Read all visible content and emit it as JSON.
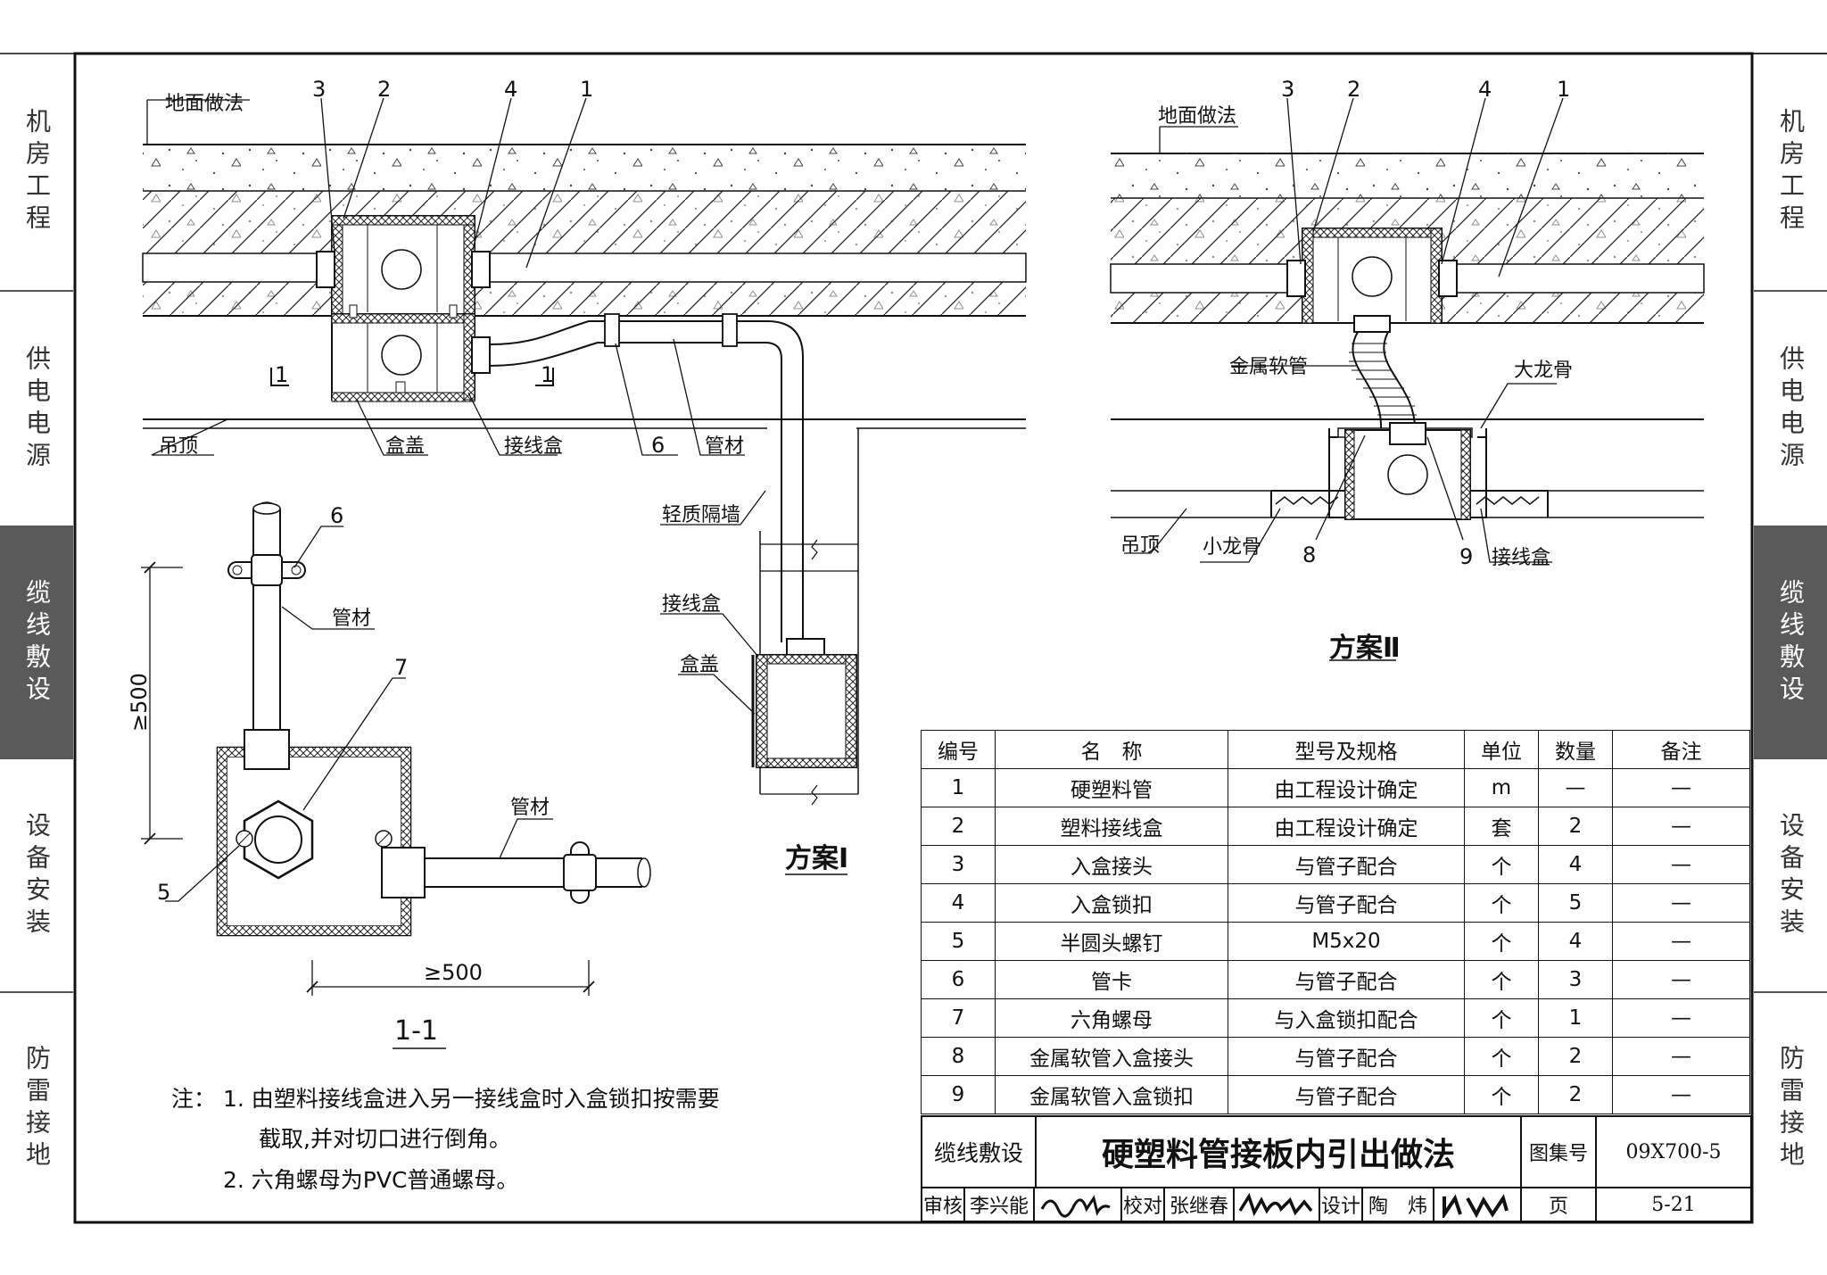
{
  "side_tabs": [
    {
      "label": "机房工程",
      "active": false
    },
    {
      "label": "供电电源",
      "active": false
    },
    {
      "label": "缆线敷设",
      "active": true
    },
    {
      "label": "设备安装",
      "active": false
    },
    {
      "label": "防雷接地",
      "active": false
    }
  ],
  "scheme1": {
    "floor_label": "地面做法",
    "ceiling_label": "吊顶",
    "cover_label": "盒盖",
    "junction_box_label": "接线盒",
    "pipe_label": "管材",
    "partition_label": "轻质隔墙",
    "box_label_lower": "接线盒",
    "cover_label_lower": "盒盖",
    "title": "方案Ⅰ",
    "callouts": [
      "3",
      "2",
      "4",
      "1",
      "6"
    ],
    "section_mark": "1"
  },
  "section": {
    "title": "1-1",
    "dim_vertical": "≥500",
    "dim_horizontal": "≥500",
    "pipe_label_top": "管材",
    "pipe_label_right": "管材",
    "callouts": [
      "6",
      "7",
      "5"
    ]
  },
  "scheme2": {
    "floor_label": "地面做法",
    "flex_pipe_label": "金属软管",
    "main_keel_label": "大龙骨",
    "ceiling_label": "吊顶",
    "sub_keel_label": "小龙骨",
    "junction_box_label": "接线盒",
    "title": "方案Ⅱ",
    "callouts": [
      "3",
      "2",
      "4",
      "1",
      "8",
      "9"
    ]
  },
  "parts_table": {
    "headers": [
      "编号",
      "名　称",
      "型号及规格",
      "单位",
      "数量",
      "备注"
    ],
    "rows": [
      [
        "1",
        "硬塑料管",
        "由工程设计确定",
        "m",
        "—",
        "—"
      ],
      [
        "2",
        "塑料接线盒",
        "由工程设计确定",
        "套",
        "2",
        "—"
      ],
      [
        "3",
        "入盒接头",
        "与管子配合",
        "个",
        "4",
        "—"
      ],
      [
        "4",
        "入盒锁扣",
        "与管子配合",
        "个",
        "5",
        "—"
      ],
      [
        "5",
        "半圆头螺钉",
        "M5x20",
        "个",
        "4",
        "—"
      ],
      [
        "6",
        "管卡",
        "与管子配合",
        "个",
        "3",
        "—"
      ],
      [
        "7",
        "六角螺母",
        "与入盒锁扣配合",
        "个",
        "1",
        "—"
      ],
      [
        "8",
        "金属软管入盒接头",
        "与管子配合",
        "个",
        "2",
        "—"
      ],
      [
        "9",
        "金属软管入盒锁扣",
        "与管子配合",
        "个",
        "2",
        "—"
      ]
    ]
  },
  "notes": {
    "prefix": "注：",
    "items": [
      "1. 由塑料接线盒进入另一接线盒时入盒锁扣按需要",
      "截取,并对切口进行倒角。",
      "2. 六角螺母为PVC普通螺母。"
    ]
  },
  "title_block": {
    "category": "缆线敷设",
    "drawing_title": "硬塑料管接板内引出做法",
    "atlas_label": "图集号",
    "atlas_number": "09X700-5",
    "review_label": "审核",
    "reviewer": "李兴能",
    "check_label": "校对",
    "checker": "张继春",
    "design_label": "设计",
    "designer": "陶　炜",
    "page_label": "页",
    "page_number": "5-21"
  }
}
